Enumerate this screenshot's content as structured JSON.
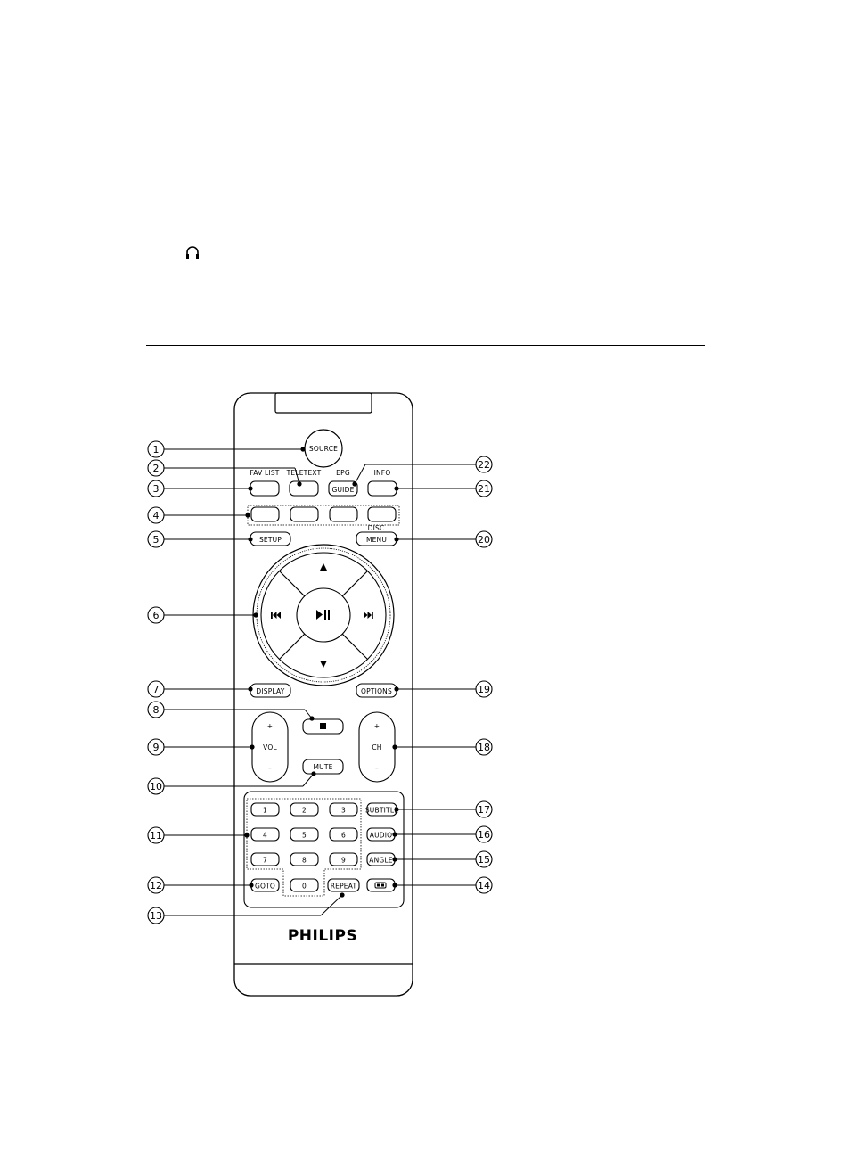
{
  "remote": {
    "brand": "PHILIPS",
    "buttons": {
      "source": "SOURCE",
      "fav_list": "FAV LIST",
      "teletext": "TELETEXT",
      "epg": "EPG",
      "guide": "GUIDE",
      "info": "INFO",
      "setup": "SETUP",
      "disc": "DISC",
      "menu": "MENU",
      "display": "DISPLAY",
      "options": "OPTIONS",
      "vol": "VOL",
      "vol_plus": "+",
      "vol_minus": "–",
      "ch": "CH",
      "ch_plus": "+",
      "ch_minus": "–",
      "mute": "MUTE",
      "subtitle": "SUBTITLE",
      "audio": "AUDIO",
      "angle": "ANGLE",
      "goto": "GOTO",
      "repeat": "REPEAT",
      "digits": [
        "1",
        "2",
        "3",
        "4",
        "5",
        "6",
        "7",
        "8",
        "9",
        "0"
      ]
    },
    "icons": {
      "up": "arrow-up-icon",
      "down": "arrow-down-icon",
      "prev": "previous-track-icon",
      "next": "next-track-icon",
      "play_pause": "play-pause-icon",
      "stop": "stop-icon",
      "ab_repeat": "ab-repeat-icon",
      "headphone": "headphone-icon"
    }
  },
  "callouts": [
    "1",
    "2",
    "3",
    "4",
    "5",
    "6",
    "7",
    "8",
    "9",
    "10",
    "11",
    "12",
    "13",
    "14",
    "15",
    "16",
    "17",
    "18",
    "19",
    "20",
    "21",
    "22"
  ]
}
